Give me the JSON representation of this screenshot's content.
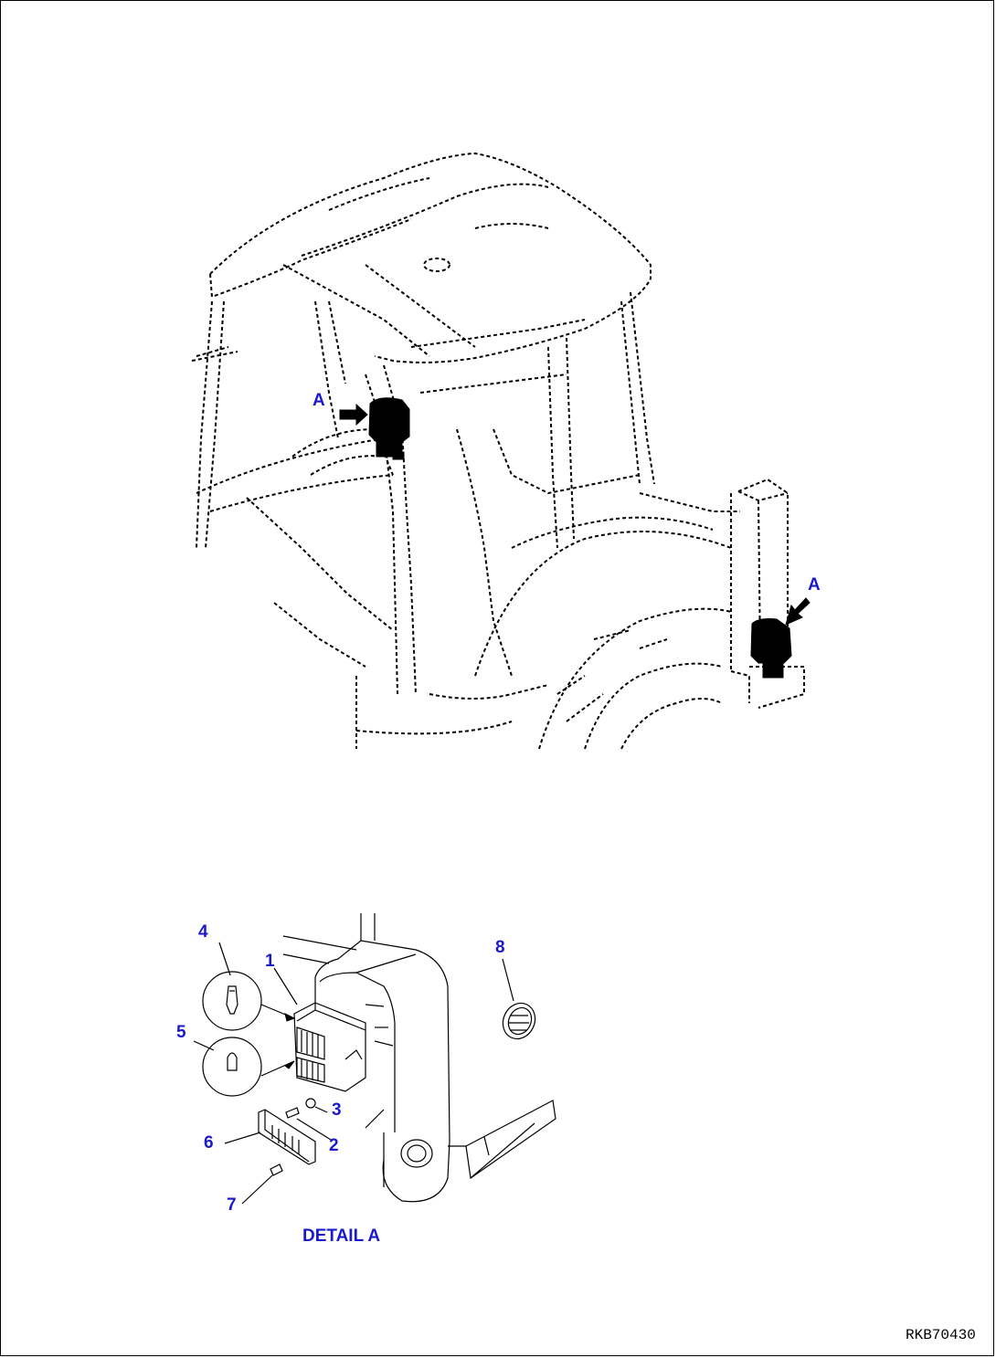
{
  "overview": {
    "callout_a_upper": "A",
    "callout_a_lower": "A"
  },
  "detail": {
    "title": "DETAIL A",
    "parts": [
      "1",
      "2",
      "3",
      "4",
      "5",
      "6",
      "7",
      "8"
    ]
  },
  "drawing_code": "RKB70430",
  "colors": {
    "callout": "#1a1acc",
    "line": "#000000"
  }
}
